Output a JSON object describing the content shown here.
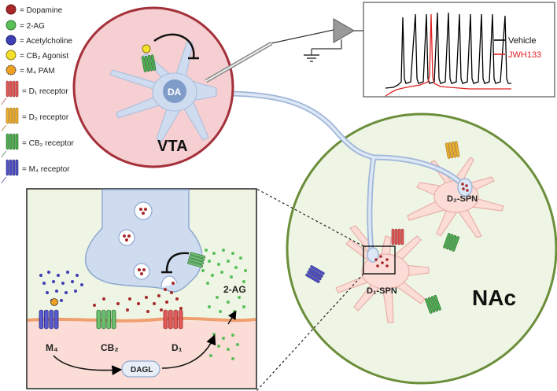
{
  "legend": {
    "items": [
      {
        "label": "= Dopamine",
        "icon": "dopamine-dot-icon",
        "color": "#a8282a"
      },
      {
        "label": "= 2-AG",
        "icon": "2ag-dot-icon",
        "color": "#4caf50"
      },
      {
        "label": "= Acetylcholine",
        "icon": "acetylcholine-dot-icon",
        "color": "#3f3fb5"
      },
      {
        "label": "= CB₂ Agonist",
        "icon": "cb2-agonist-dot-icon",
        "color": "#f5e12b"
      },
      {
        "label": "= M₄ PAM",
        "icon": "m4-pam-dot-icon",
        "color": "#f0a020"
      },
      {
        "label": "= D₁ receptor",
        "icon": "d1-receptor-icon",
        "color": "#e25a5a"
      },
      {
        "label": "= D₂ receptor",
        "icon": "d2-receptor-icon",
        "color": "#f0b030"
      },
      {
        "label": "= CB₂ receptor",
        "icon": "cb2-receptor-icon",
        "color": "#4caf50"
      },
      {
        "label": "= M₄ receptor",
        "icon": "m4-receptor-icon",
        "color": "#5050c8"
      }
    ]
  },
  "vta": {
    "label": "VTA",
    "neuron_label": "DA"
  },
  "trace": {
    "legend": [
      {
        "name": "Vehicle",
        "color": "#000000"
      },
      {
        "name": "JWH133",
        "color": "#e02020"
      }
    ]
  },
  "nac": {
    "label": "NAc",
    "d1_label": "D₁-SPN",
    "d2_label": "D₂-SPN"
  },
  "synapse": {
    "m4_label": "M₄",
    "cb2_label": "CB₂",
    "d1_label": "D₁",
    "ag_label": "2-AG",
    "dagl_label": "DAGL"
  },
  "colors": {
    "vta_fill": "#f5cfd1",
    "vta_border": "#a4303a",
    "nac_fill": "#eef5e4",
    "nac_border": "#6b8e3a",
    "neuron": "#cfdcf0",
    "spn": "#fbdcd6"
  }
}
